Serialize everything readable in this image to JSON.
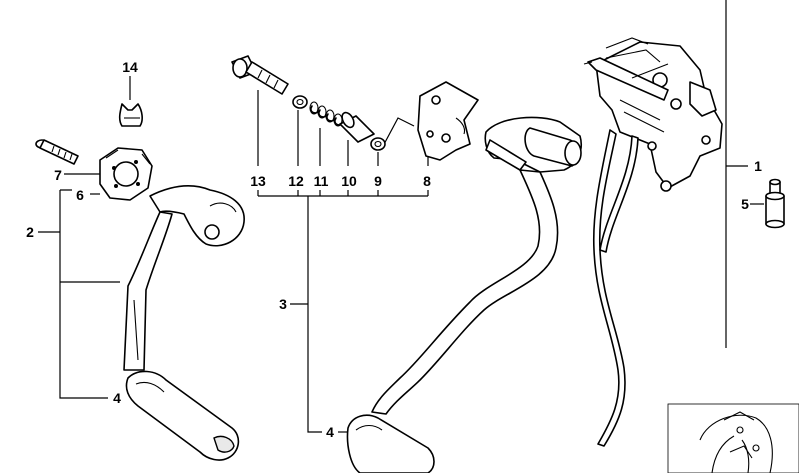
{
  "callouts": {
    "c1": "1",
    "c2": "2",
    "c3": "3",
    "c4a": "4",
    "c4b": "4",
    "c5": "5",
    "c6": "6",
    "c7": "7",
    "c8": "8",
    "c9": "9",
    "c10": "10",
    "c11": "11",
    "c12": "12",
    "c13": "13",
    "c14": "14"
  },
  "colors": {
    "line": "#000000",
    "background": "#ffffff",
    "shade": "#e9e9e9"
  }
}
